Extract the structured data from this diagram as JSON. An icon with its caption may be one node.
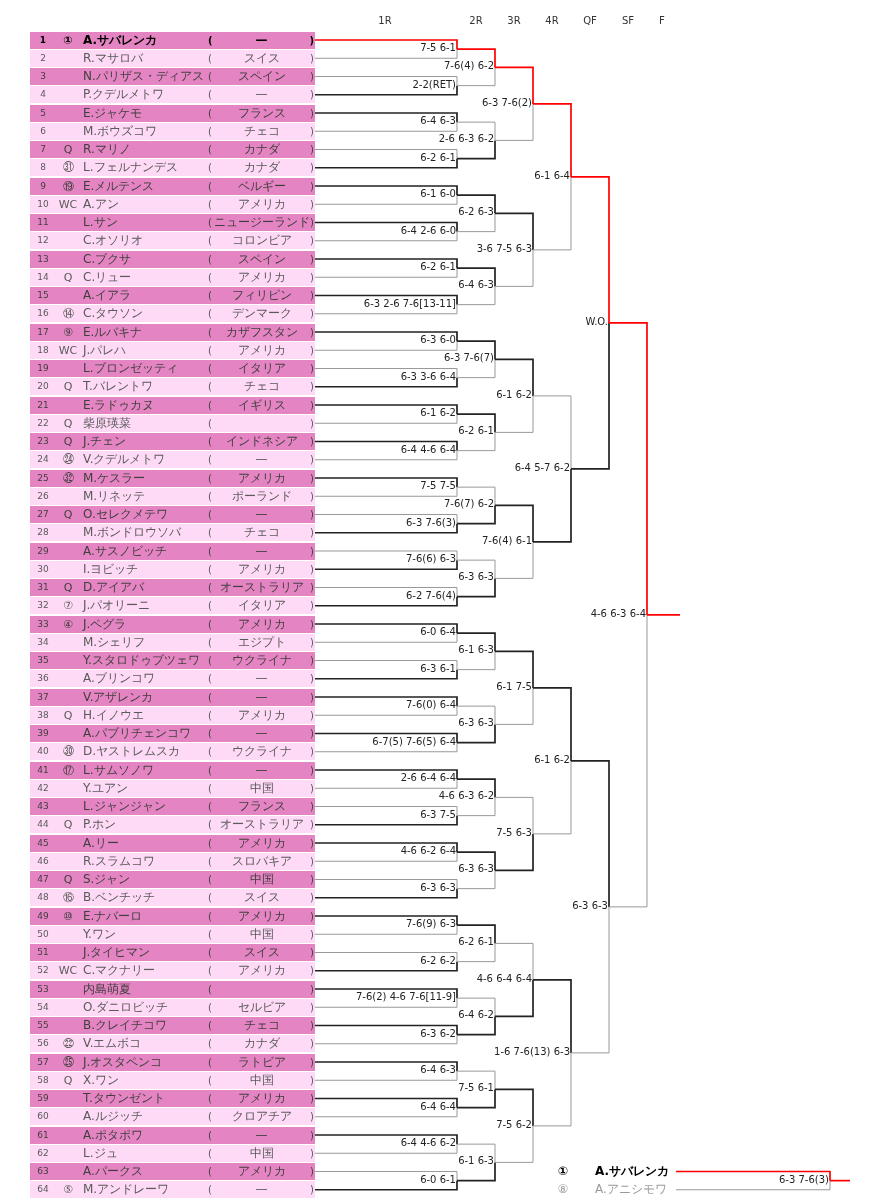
{
  "diagram": {
    "nodes": [
      {
        "text": [
          "1",
          "①",
          "A.サバレンカ"
        ]
      },
      {
        "text": [
          "2",
          "R.マサロバ"
        ]
      },
      {
        "text": [
          "3",
          "N.パリザス・ディアス"
        ]
      },
      {
        "text": [
          "4",
          "P.クデルメトワ"
        ]
      },
      {
        "text": [
          "5",
          "E.ジャケモ"
        ]
      },
      {
        "text": [
          "6",
          "M.ボウズコワ"
        ]
      },
      {
        "text": [
          "7",
          "Q",
          "R.マリノ"
        ]
      },
      {
        "text": [
          "8",
          "㉛",
          "L.フェルナンデス"
        ]
      },
      {
        "text": [
          "9",
          "⑲",
          "E.メルテンス"
        ]
      },
      {
        "text": [
          "10",
          "WC",
          "A.アン"
        ]
      },
      {
        "text": [
          "11",
          "L.サン"
        ]
      },
      {
        "text": [
          "12",
          "C.オソリオ"
        ]
      },
      {
        "text": [
          "13",
          "C.ブクサ"
        ]
      },
      {
        "text": [
          "14",
          "Q",
          "C.リュー"
        ]
      },
      {
        "text": [
          "15",
          "A.イアラ"
        ]
      },
      {
        "text": [
          "16",
          "⑭",
          "C.タウソン"
        ]
      },
      {
        "text": [
          "17",
          "⑨",
          "E.ルバキナ"
        ]
      },
      {
        "text": [
          "18",
          "WC",
          "J.パレハ"
        ]
      },
      {
        "text": [
          "19",
          "L.ブロンゼッティ"
        ]
      },
      {
        "text": [
          "20",
          "Q",
          "T.バレントワ"
        ]
      },
      {
        "text": [
          "21",
          "E.ラドゥカヌ"
        ]
      },
      {
        "text": [
          "22",
          "Q",
          "柴原瑛菜"
        ]
      },
      {
        "text": [
          "23",
          "Q",
          "J.チェン"
        ]
      },
      {
        "text": [
          "24",
          "㉔",
          "V.クデルメトワ"
        ]
      },
      {
        "text": [
          "25",
          "㉜",
          "M.ケスラー"
        ]
      },
      {
        "text": [
          "26",
          "M.リネッテ"
        ]
      },
      {
        "text": [
          "27",
          "Q",
          "O.セレクメテワ"
        ]
      },
      {
        "text": [
          "28",
          "M.ボンドロウソバ"
        ]
      },
      {
        "text": [
          "29",
          "A.サスノビッチ"
        ]
      },
      {
        "text": [
          "30",
          "I.ヨビッチ"
        ]
      },
      {
        "text": [
          "31",
          "Q",
          "D.アイアバ"
        ]
      },
      {
        "text": [
          "32",
          "⑦",
          "J.パオリーニ"
        ]
      },
      {
        "text": [
          "33",
          "④",
          "J.ペグラ"
        ]
      },
      {
        "text": [
          "34",
          "M.シェリフ"
        ]
      },
      {
        "text": [
          "35",
          "Y.スタロドゥブツェワ"
        ]
      },
      {
        "text": [
          "36",
          "A.ブリンコワ"
        ]
      },
      {
        "text": [
          "37",
          "V.アザレンカ"
        ]
      },
      {
        "text": [
          "38",
          "Q",
          "H.イノウエ"
        ]
      },
      {
        "text": [
          "39",
          "A.パブリチェンコワ"
        ]
      },
      {
        "text": [
          "40",
          "㉚",
          "D.ヤストレムスカ"
        ]
      },
      {
        "text": [
          "41",
          "⑰",
          "L.サムソノワ"
        ]
      },
      {
        "text": [
          "42",
          "Y.ユアン"
        ]
      },
      {
        "text": [
          "43",
          "L.ジャンジャン"
        ]
      },
      {
        "text": [
          "44",
          "Q",
          "P.ホン"
        ]
      },
      {
        "text": [
          "45",
          "A.リー"
        ]
      },
      {
        "text": [
          "46",
          "R.スラムコワ"
        ]
      },
      {
        "text": [
          "47",
          "Q",
          "S.ジャン"
        ]
      },
      {
        "text": [
          "48",
          "⑯",
          "B.ベンチッチ"
        ]
      },
      {
        "text": [
          "49",
          "⑩",
          "E.ナバーロ"
        ]
      },
      {
        "text": [
          "50",
          "Y.ワン"
        ]
      },
      {
        "text": [
          "51",
          "J.タイヒマン"
        ]
      },
      {
        "text": [
          "52",
          "WC",
          "C.マクナリー"
        ]
      },
      {
        "text": [
          "53",
          "内島萌夏"
        ]
      },
      {
        "text": [
          "54",
          "O.ダニロビッチ"
        ]
      },
      {
        "text": [
          "55",
          "B.クレイチコワ"
        ]
      },
      {
        "text": [
          "56",
          "㉒",
          "V.エムボコ"
        ]
      },
      {
        "text": [
          "57",
          "㉕",
          "J.オスタペンコ"
        ]
      },
      {
        "text": [
          "58",
          "Q",
          "X.ワン"
        ]
      },
      {
        "text": [
          "59",
          "T.タウンゼント"
        ]
      },
      {
        "text": [
          "60",
          "A.ルジッチ"
        ]
      },
      {
        "text": [
          "61",
          "A.ポタポワ"
        ]
      },
      {
        "text": [
          "62",
          "L.ジュ"
        ]
      },
      {
        "text": [
          "63",
          "A.パークス"
        ]
      },
      {
        "text": [
          "64",
          "⑤",
          "M.アンドレーワ"
        ]
      },
      {
        "text": [
          "7-5 6-1"
        ]
      },
      {
        "text": [
          "2-2(RET)"
        ]
      },
      {
        "text": [
          "6-4 6-3"
        ]
      },
      {
        "text": [
          "6-2 6-1"
        ]
      },
      {
        "text": [
          "6-1 6-0"
        ]
      },
      {
        "text": [
          "6-4 2-6 6-0"
        ]
      },
      {
        "text": [
          "6-2 6-1"
        ]
      },
      {
        "text": [
          "6-3 2-6 7-6[13-11]"
        ]
      },
      {
        "text": [
          "6-3 6-0"
        ]
      },
      {
        "text": [
          "6-3 3-6 6-4"
        ]
      },
      {
        "text": [
          "6-1 6-2"
        ]
      },
      {
        "text": [
          "6-4 4-6 6-4"
        ]
      },
      {
        "text": [
          "7-5 7-5"
        ]
      },
      {
        "text": [
          "6-3 7-6(3)"
        ]
      },
      {
        "text": [
          "7-6(6) 6-3"
        ]
      },
      {
        "text": [
          "6-2 7-6(4)"
        ]
      },
      {
        "text": [
          "6-0 6-4"
        ]
      },
      {
        "text": [
          "6-3 6-1"
        ]
      },
      {
        "text": [
          "7-6(0) 6-4"
        ]
      },
      {
        "text": [
          "6-7(5) 7-6(5) 6-4"
        ]
      },
      {
        "text": [
          "2-6 6-4 6-4"
        ]
      },
      {
        "text": [
          "6-3 7-5"
        ]
      },
      {
        "text": [
          "4-6 6-2 6-4"
        ]
      },
      {
        "text": [
          "6-3 6-3"
        ]
      },
      {
        "text": [
          "7-6(9) 6-3"
        ]
      },
      {
        "text": [
          "6-2 6-2"
        ]
      },
      {
        "text": [
          "7-6(2) 4-6 7-6[11-9]"
        ]
      },
      {
        "text": [
          "6-3 6-2"
        ]
      },
      {
        "text": [
          "6-4 6-3"
        ]
      },
      {
        "text": [
          "6-4 6-4"
        ]
      },
      {
        "text": [
          "6-4 4-6 6-2"
        ]
      },
      {
        "text": [
          "6-0 6-1"
        ]
      },
      {
        "text": [
          "7-6(4) 6-2"
        ]
      },
      {
        "text": [
          "2-6 6-3 6-2"
        ]
      },
      {
        "text": [
          "6-2 6-3"
        ]
      },
      {
        "text": [
          "6-4 6-3"
        ]
      },
      {
        "text": [
          "6-3 7-6(7)"
        ]
      },
      {
        "text": [
          "6-2 6-1"
        ]
      },
      {
        "text": [
          "7-6(7) 6-2"
        ]
      },
      {
        "text": [
          "6-3 6-3"
        ]
      },
      {
        "text": [
          "6-1 6-3"
        ]
      },
      {
        "text": [
          "6-3 6-3"
        ]
      },
      {
        "text": [
          "4-6 6-3 6-2"
        ]
      },
      {
        "text": [
          "6-3 6-3"
        ]
      },
      {
        "text": [
          "6-2 6-1"
        ]
      },
      {
        "text": [
          "6-4 6-2"
        ]
      },
      {
        "text": [
          "7-5 6-1"
        ]
      },
      {
        "text": [
          "6-1 6-3"
        ]
      },
      {
        "text": [
          "6-3 7-6(2)"
        ]
      },
      {
        "text": [
          "3-6 7-5 6-3"
        ]
      },
      {
        "text": [
          "6-1 6-2"
        ]
      },
      {
        "text": [
          "7-6(4) 6-1"
        ]
      },
      {
        "text": [
          "6-1 7-5"
        ]
      },
      {
        "text": [
          "7-5 6-3"
        ]
      },
      {
        "text": [
          "4-6 6-4 6-4"
        ]
      },
      {
        "text": [
          "7-5 6-2"
        ]
      },
      {
        "text": [
          "6-1 6-4"
        ]
      },
      {
        "text": [
          "6-4 5-7 6-2"
        ]
      },
      {
        "text": [
          "6-1 6-2"
        ]
      },
      {
        "text": [
          "1-6 7-6(13) 6-3"
        ]
      },
      {
        "text": [
          "W.O."
        ]
      },
      {
        "text": [
          "6-3 6-3"
        ]
      },
      {
        "text": [
          "4-6 6-3 6-4"
        ]
      },
      {
        "text": [
          "①",
          "A.サバレンカ"
        ]
      },
      {
        "text": [
          "⑧",
          "A.アニシモワ"
        ]
      },
      {
        "text": [
          "6-3 7-6(3)"
        ]
      },
      {
        "text": [
          "(",
          "—",
          ")"
        ],
        "in": 0
      },
      {
        "text": [
          "(",
          "スイス",
          ")"
        ],
        "in": 1
      },
      {
        "text": [
          "(",
          "スペイン",
          ")"
        ],
        "in": 2
      },
      {
        "text": [
          "(",
          "—",
          ")"
        ],
        "in": 3
      },
      {
        "text": [
          "(",
          "フランス",
          ")"
        ],
        "in": 4
      },
      {
        "text": [
          "(",
          "チェコ",
          ")"
        ],
        "in": 5
      },
      {
        "text": [
          "(",
          "カナダ",
          ")"
        ],
        "in": 6
      },
      {
        "text": [
          "(",
          "カナダ",
          ")"
        ],
        "in": 7
      },
      {
        "text": [
          "(",
          "ベルギー",
          ")"
        ],
        "in": 8
      },
      {
        "text": [
          "(",
          "アメリカ",
          ")"
        ],
        "in": 9
      },
      {
        "text": [
          "(",
          "ニュージーランド",
          ")"
        ],
        "in": 10
      },
      {
        "text": [
          "(",
          "コロンビア",
          ")"
        ],
        "in": 11
      },
      {
        "text": [
          "(",
          "スペイン",
          ")"
        ],
        "in": 12
      },
      {
        "text": [
          "(",
          "アメリカ",
          ")"
        ],
        "in": 13
      },
      {
        "text": [
          "(",
          "フィリピン",
          ")"
        ],
        "in": 14
      },
      {
        "text": [
          "(",
          "デンマーク",
          ")"
        ],
        "in": 15
      },
      {
        "text": [
          "(",
          "カザフスタン",
          ")"
        ],
        "in": 16
      },
      {
        "text": [
          "(",
          "アメリカ",
          ")"
        ],
        "in": 17
      },
      {
        "text": [
          "(",
          "イタリア",
          ")"
        ],
        "in": 18
      },
      {
        "text": [
          "(",
          "チェコ",
          ")"
        ],
        "in": 19
      },
      {
        "text": [
          "(",
          "イギリス",
          ")"
        ],
        "in": 20
      },
      {
        "text": [
          "(",
          ")"
        ],
        "in": 21
      },
      {
        "text": [
          "(",
          "インドネシア",
          ")"
        ],
        "in": 22
      },
      {
        "text": [
          "(",
          "—",
          ")"
        ],
        "in": 23
      },
      {
        "text": [
          "(",
          "アメリカ",
          ")"
        ],
        "in": 24
      },
      {
        "text": [
          "(",
          "ポーランド",
          ")"
        ],
        "in": 25
      },
      {
        "text": [
          "(",
          "—",
          ")"
        ],
        "in": 26
      },
      {
        "text": [
          "(",
          "チェコ",
          ")"
        ],
        "in": 27
      },
      {
        "text": [
          "(",
          "—",
          ")"
        ],
        "in": 28
      },
      {
        "text": [
          "(",
          "アメリカ",
          ")"
        ],
        "in": 29
      },
      {
        "text": [
          "(",
          "オーストラリア",
          ")"
        ],
        "in": 30
      },
      {
        "text": [
          "(",
          "イタリア",
          ")"
        ],
        "in": 31
      },
      {
        "text": [
          "(",
          "アメリカ",
          ")"
        ],
        "in": 32
      },
      {
        "text": [
          "(",
          "エジプト",
          ")"
        ],
        "in": 33
      },
      {
        "text": [
          "(",
          "ウクライナ",
          ")"
        ],
        "in": 34
      },
      {
        "text": [
          "(",
          "—",
          ")"
        ],
        "in": 35
      },
      {
        "text": [
          "(",
          "—",
          ")"
        ],
        "in": 36
      },
      {
        "text": [
          "(",
          "アメリカ",
          ")"
        ],
        "in": 37
      },
      {
        "text": [
          "(",
          "—",
          ")"
        ],
        "in": 38
      },
      {
        "text": [
          "(",
          "ウクライナ",
          ")"
        ],
        "in": 39
      },
      {
        "text": [
          "(",
          "—",
          ")"
        ],
        "in": 40
      },
      {
        "text": [
          "(",
          "中国",
          ")"
        ],
        "in": 41
      },
      {
        "text": [
          "(",
          "フランス",
          ")"
        ],
        "in": 42
      },
      {
        "text": [
          "(",
          "オーストラリア",
          ")"
        ],
        "in": 43
      },
      {
        "text": [
          "(",
          "アメリカ",
          ")"
        ],
        "in": 44
      },
      {
        "text": [
          "(",
          "スロバキア",
          ")"
        ],
        "in": 45
      },
      {
        "text": [
          "(",
          "中国",
          ")"
        ],
        "in": 46
      },
      {
        "text": [
          "(",
          "スイス",
          ")"
        ],
        "in": 47
      },
      {
        "text": [
          "(",
          "アメリカ",
          ")"
        ],
        "in": 48
      },
      {
        "text": [
          "(",
          "中国",
          ")"
        ],
        "in": 49
      },
      {
        "text": [
          "(",
          "スイス",
          ")"
        ],
        "in": 50
      },
      {
        "text": [
          "(",
          "アメリカ",
          ")"
        ],
        "in": 51
      },
      {
        "text": [
          "(",
          ")"
        ],
        "in": 52
      },
      {
        "text": [
          "(",
          "セルビア",
          ")"
        ],
        "in": 53
      },
      {
        "text": [
          "(",
          "チェコ",
          ")"
        ],
        "in": 54
      },
      {
        "text": [
          "(",
          "カナダ",
          ")"
        ],
        "in": 55
      },
      {
        "text": [
          "(",
          "ラトビア",
          ")"
        ],
        "in": 56
      },
      {
        "text": [
          "(",
          "中国",
          ")"
        ],
        "in": 57
      },
      {
        "text": [
          "(",
          "アメリカ",
          ")"
        ],
        "in": 58
      },
      {
        "text": [
          "(",
          "クロアチア",
          ")"
        ],
        "in": 59
      },
      {
        "text": [
          "(",
          "—",
          ")"
        ],
        "in": 60
      },
      {
        "text": [
          "(",
          "中国",
          ")"
        ],
        "in": 61
      },
      {
        "text": [
          "(",
          "アメリカ",
          ")"
        ],
        "in": 62
      },
      {
        "text": [
          "(",
          "—",
          ")"
        ],
        "in": 63
      }
    ],
    "edges": [
      {
        "from": 0,
        "to": 64,
        "arrow": "none",
        "color": "#ff0000"
      },
      {
        "from": 1,
        "to": 64,
        "arrow": "none",
        "color": "#999999"
      },
      {
        "from": 2,
        "to": 65,
        "arrow": "none",
        "color": "#999999"
      },
      {
        "from": 3,
        "to": 65,
        "arrow": "none",
        "color": "#222222"
      },
      {
        "from": 4,
        "to": 66,
        "arrow": "none",
        "color": "#222222"
      },
      {
        "from": 5,
        "to": 66,
        "arrow": "none",
        "color": "#999999"
      },
      {
        "from": 6,
        "to": 67,
        "arrow": "none",
        "color": "#999999"
      },
      {
        "from": 7,
        "to": 67,
        "arrow": "none",
        "color": "#222222"
      },
      {
        "from": 8,
        "to": 68,
        "arrow": "none",
        "color": "#222222"
      },
      {
        "from": 9,
        "to": 68,
        "arrow": "none",
        "color": "#999999"
      },
      {
        "from": 10,
        "to": 69,
        "arrow": "none",
        "color": "#222222"
      },
      {
        "from": 11,
        "to": 69,
        "arrow": "none",
        "color": "#999999"
      },
      {
        "from": 12,
        "to": 70,
        "arrow": "none",
        "color": "#222222"
      },
      {
        "from": 13,
        "to": 70,
        "arrow": "none",
        "color": "#999999"
      },
      {
        "from": 14,
        "to": 71,
        "arrow": "none",
        "color": "#222222"
      },
      {
        "from": 15,
        "to": 71,
        "arrow": "none",
        "color": "#999999"
      },
      {
        "from": 16,
        "to": 72,
        "arrow": "none",
        "color": "#222222"
      },
      {
        "from": 17,
        "to": 72,
        "arrow": "none",
        "color": "#999999"
      },
      {
        "from": 18,
        "to": 73,
        "arrow": "none",
        "color": "#999999"
      },
      {
        "from": 19,
        "to": 73,
        "arrow": "none",
        "color": "#222222"
      },
      {
        "from": 20,
        "to": 74,
        "arrow": "none",
        "color": "#222222"
      },
      {
        "from": 21,
        "to": 74,
        "arrow": "none",
        "color": "#999999"
      },
      {
        "from": 22,
        "to": 75,
        "arrow": "none",
        "color": "#222222"
      },
      {
        "from": 23,
        "to": 75,
        "arrow": "none",
        "color": "#999999"
      },
      {
        "from": 24,
        "to": 76,
        "arrow": "none",
        "color": "#222222"
      },
      {
        "from": 25,
        "to": 76,
        "arrow": "none",
        "color": "#999999"
      },
      {
        "from": 26,
        "to": 77,
        "arrow": "none",
        "color": "#999999"
      },
      {
        "from": 27,
        "to": 77,
        "arrow": "none",
        "color": "#222222"
      },
      {
        "from": 28,
        "to": 78,
        "arrow": "none",
        "color": "#999999"
      },
      {
        "from": 29,
        "to": 78,
        "arrow": "none",
        "color": "#222222"
      },
      {
        "from": 30,
        "to": 79,
        "arrow": "none",
        "color": "#999999"
      },
      {
        "from": 31,
        "to": 79,
        "arrow": "none",
        "color": "#222222"
      },
      {
        "from": 32,
        "to": 80,
        "arrow": "none",
        "color": "#222222"
      },
      {
        "from": 33,
        "to": 80,
        "arrow": "none",
        "color": "#999999"
      },
      {
        "from": 34,
        "to": 81,
        "arrow": "none",
        "color": "#999999"
      },
      {
        "from": 35,
        "to": 81,
        "arrow": "none",
        "color": "#222222"
      },
      {
        "from": 36,
        "to": 82,
        "arrow": "none",
        "color": "#222222"
      },
      {
        "from": 37,
        "to": 82,
        "arrow": "none",
        "color": "#999999"
      },
      {
        "from": 38,
        "to": 83,
        "arrow": "none",
        "color": "#222222"
      },
      {
        "from": 39,
        "to": 83,
        "arrow": "none",
        "color": "#999999"
      },
      {
        "from": 40,
        "to": 84,
        "arrow": "none",
        "color": "#222222"
      },
      {
        "from": 41,
        "to": 84,
        "arrow": "none",
        "color": "#999999"
      },
      {
        "from": 42,
        "to": 85,
        "arrow": "none",
        "color": "#999999"
      },
      {
        "from": 43,
        "to": 85,
        "arrow": "none",
        "color": "#222222"
      },
      {
        "from": 44,
        "to": 86,
        "arrow": "none",
        "color": "#222222"
      },
      {
        "from": 45,
        "to": 86,
        "arrow": "none",
        "color": "#999999"
      },
      {
        "from": 46,
        "to": 87,
        "arrow": "none",
        "color": "#999999"
      },
      {
        "from": 47,
        "to": 87,
        "arrow": "none",
        "color": "#222222"
      },
      {
        "from": 48,
        "to": 88,
        "arrow": "none",
        "color": "#222222"
      },
      {
        "from": 49,
        "to": 88,
        "arrow": "none",
        "color": "#999999"
      },
      {
        "from": 50,
        "to": 89,
        "arrow": "none",
        "color": "#999999"
      },
      {
        "from": 51,
        "to": 89,
        "arrow": "none",
        "color": "#222222"
      },
      {
        "from": 52,
        "to": 90,
        "arrow": "none",
        "color": "#222222"
      },
      {
        "from": 53,
        "to": 90,
        "arrow": "none",
        "color": "#999999"
      },
      {
        "from": 54,
        "to": 91,
        "arrow": "none",
        "color": "#222222"
      },
      {
        "from": 55,
        "to": 91,
        "arrow": "none",
        "color": "#999999"
      },
      {
        "from": 56,
        "to": 92,
        "arrow": "none",
        "color": "#222222"
      },
      {
        "from": 57,
        "to": 92,
        "arrow": "none",
        "color": "#999999"
      },
      {
        "from": 58,
        "to": 93,
        "arrow": "none",
        "color": "#222222"
      },
      {
        "from": 59,
        "to": 93,
        "arrow": "none",
        "color": "#999999"
      },
      {
        "from": 60,
        "to": 94,
        "arrow": "none",
        "color": "#222222"
      },
      {
        "from": 61,
        "to": 94,
        "arrow": "none",
        "color": "#999999"
      },
      {
        "from": 62,
        "to": 95,
        "arrow": "none",
        "color": "#999999"
      },
      {
        "from": 63,
        "to": 95,
        "arrow": "none",
        "color": "#222222"
      },
      {
        "from": 64,
        "to": 96,
        "arrow": "none",
        "color": "#ff0000"
      },
      {
        "from": 65,
        "to": 96,
        "arrow": "none",
        "color": "#999999"
      },
      {
        "from": 66,
        "to": 97,
        "arrow": "none",
        "color": "#999999"
      },
      {
        "from": 67,
        "to": 97,
        "arrow": "none",
        "color": "#222222"
      },
      {
        "from": 68,
        "to": 98,
        "arrow": "none",
        "color": "#222222"
      },
      {
        "from": 69,
        "to": 98,
        "arrow": "none",
        "color": "#999999"
      },
      {
        "from": 70,
        "to": 99,
        "arrow": "none",
        "color": "#222222"
      },
      {
        "from": 71,
        "to": 99,
        "arrow": "none",
        "color": "#999999"
      },
      {
        "from": 72,
        "to": 100,
        "arrow": "none",
        "color": "#222222"
      },
      {
        "from": 73,
        "to": 100,
        "arrow": "none",
        "color": "#999999"
      },
      {
        "from": 74,
        "to": 101,
        "arrow": "none",
        "color": "#222222"
      },
      {
        "from": 75,
        "to": 101,
        "arrow": "none",
        "color": "#999999"
      },
      {
        "from": 76,
        "to": 102,
        "arrow": "none",
        "color": "#999999"
      },
      {
        "from": 77,
        "to": 102,
        "arrow": "none",
        "color": "#222222"
      },
      {
        "from": 78,
        "to": 103,
        "arrow": "none",
        "color": "#999999"
      },
      {
        "from": 79,
        "to": 103,
        "arrow": "none",
        "color": "#222222"
      },
      {
        "from": 80,
        "to": 104,
        "arrow": "none",
        "color": "#222222"
      },
      {
        "from": 81,
        "to": 104,
        "arrow": "none",
        "color": "#999999"
      },
      {
        "from": 82,
        "to": 105,
        "arrow": "none",
        "color": "#999999"
      },
      {
        "from": 83,
        "to": 105,
        "arrow": "none",
        "color": "#222222"
      },
      {
        "from": 84,
        "to": 106,
        "arrow": "none",
        "color": "#222222"
      },
      {
        "from": 85,
        "to": 106,
        "arrow": "none",
        "color": "#999999"
      },
      {
        "from": 86,
        "to": 107,
        "arrow": "none",
        "color": "#222222"
      },
      {
        "from": 87,
        "to": 107,
        "arrow": "none",
        "color": "#999999"
      },
      {
        "from": 88,
        "to": 108,
        "arrow": "none",
        "color": "#222222"
      },
      {
        "from": 89,
        "to": 108,
        "arrow": "none",
        "color": "#999999"
      },
      {
        "from": 90,
        "to": 109,
        "arrow": "none",
        "color": "#999999"
      },
      {
        "from": 91,
        "to": 109,
        "arrow": "none",
        "color": "#222222"
      },
      {
        "from": 92,
        "to": 110,
        "arrow": "none",
        "color": "#999999"
      },
      {
        "from": 93,
        "to": 110,
        "arrow": "none",
        "color": "#222222"
      },
      {
        "from": 94,
        "to": 111,
        "arrow": "none",
        "color": "#999999"
      },
      {
        "from": 95,
        "to": 111,
        "arrow": "none",
        "color": "#222222"
      },
      {
        "from": 96,
        "to": 112,
        "arrow": "none",
        "color": "#ff0000"
      },
      {
        "from": 97,
        "to": 112,
        "arrow": "none",
        "color": "#999999"
      },
      {
        "from": 98,
        "to": 113,
        "arrow": "none",
        "color": "#222222"
      },
      {
        "from": 99,
        "to": 113,
        "arrow": "none",
        "color": "#999999"
      },
      {
        "from": 100,
        "to": 114,
        "arrow": "none",
        "color": "#222222"
      },
      {
        "from": 101,
        "to": 114,
        "arrow": "none",
        "color": "#999999"
      },
      {
        "from": 102,
        "to": 115,
        "arrow": "none",
        "color": "#222222"
      },
      {
        "from": 103,
        "to": 115,
        "arrow": "none",
        "color": "#999999"
      },
      {
        "from": 104,
        "to": 116,
        "arrow": "none",
        "color": "#222222"
      },
      {
        "from": 105,
        "to": 116,
        "arrow": "none",
        "color": "#999999"
      },
      {
        "from": 106,
        "to": 117,
        "arrow": "none",
        "color": "#999999"
      },
      {
        "from": 107,
        "to": 117,
        "arrow": "none",
        "color": "#222222"
      },
      {
        "from": 108,
        "to": 118,
        "arrow": "none",
        "color": "#999999"
      },
      {
        "from": 109,
        "to": 118,
        "arrow": "none",
        "color": "#222222"
      },
      {
        "from": 110,
        "to": 119,
        "arrow": "none",
        "color": "#222222"
      },
      {
        "from": 111,
        "to": 119,
        "arrow": "none",
        "color": "#999999"
      },
      {
        "from": 112,
        "to": 120,
        "arrow": "none",
        "color": "#ff0000"
      },
      {
        "from": 113,
        "to": 120,
        "arrow": "none",
        "color": "#999999"
      },
      {
        "from": 114,
        "to": 121,
        "arrow": "none",
        "color": "#999999"
      },
      {
        "from": 115,
        "to": 121,
        "arrow": "none",
        "color": "#222222"
      },
      {
        "from": 116,
        "to": 122,
        "arrow": "none",
        "color": "#222222"
      },
      {
        "from": 117,
        "to": 122,
        "arrow": "none",
        "color": "#999999"
      },
      {
        "from": 118,
        "to": 123,
        "arrow": "none",
        "color": "#222222"
      },
      {
        "from": 119,
        "to": 123,
        "arrow": "none",
        "color": "#999999"
      },
      {
        "from": 120,
        "to": 124,
        "arrow": "none",
        "color": "#ff0000"
      },
      {
        "from": 121,
        "to": 124,
        "arrow": "none",
        "color": "#222222"
      },
      {
        "from": 122,
        "to": 125,
        "arrow": "none",
        "color": "#222222"
      },
      {
        "from": 123,
        "to": 125,
        "arrow": "none",
        "color": "#999999"
      },
      {
        "from": 124,
        "to": 126,
        "arrow": "none",
        "color": "#ff0000"
      },
      {
        "from": 125,
        "to": 126,
        "arrow": "none",
        "color": "#999999"
      },
      {
        "from": 126,
        "to": null,
        "arrow": "none",
        "color": "#ff0000"
      },
      {
        "from": 127,
        "to": 129,
        "arrow": "none",
        "color": "#ff0000"
      },
      {
        "from": 128,
        "to": 129,
        "arrow": "none",
        "color": "#999999"
      },
      {
        "from": 129,
        "to": null,
        "arrow": "none",
        "color": "#ff0000"
      }
    ],
    "labels": [
      "1R",
      "2R",
      "3R",
      "4R",
      "QF",
      "SF",
      "F"
    ]
  }
}
